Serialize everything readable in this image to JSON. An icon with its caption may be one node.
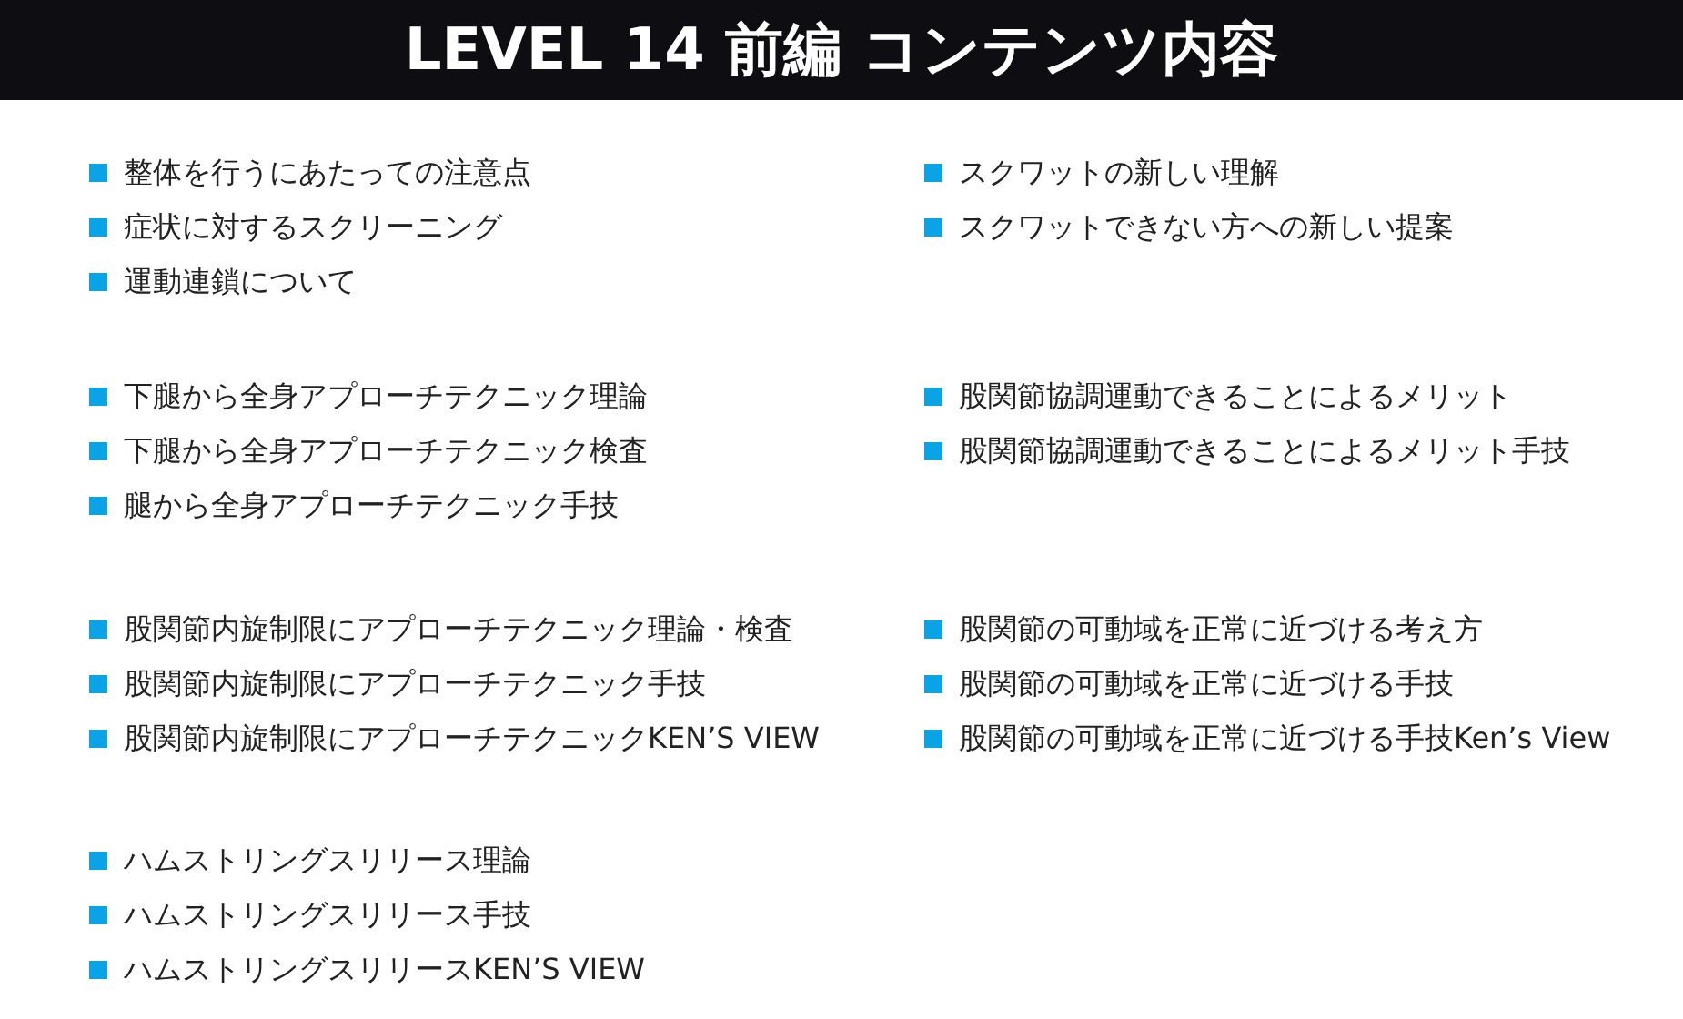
{
  "diagram": {
    "title": "LEVEL 14 前編 コンテンツ内容",
    "labels": [
      "整体を行うにあたっての注意点",
      "スクワットの新しい理解",
      "症状に対するスクリーニング",
      "スクワットできない方への新しい提案",
      "運動連鎖について",
      "下腿から全身アプローチテクニック理論",
      "股関節協調運動できることによるメリット",
      "下腿から全身アプローチテクニック検査",
      "股関節協調運動できることによるメリット手技",
      "腿から全身アプローチテクニック手技",
      "股関節内旋制限にアプローチテクニック理論・検査",
      "股関節の可動域を正常に近づける考え方",
      "股関節内旋制限にアプローチテクニック手技",
      "股関節の可動域を正常に近づける手技",
      "股関節内旋制限にアプローチテクニックKEN’S VIEW",
      "股関節の可動域を正常に近づける手技Ken’s View",
      "ハムストリングスリリース理論",
      "ハムストリングスリリース手技",
      "ハムストリングスリリースKEN’S VIEW"
    ]
  }
}
